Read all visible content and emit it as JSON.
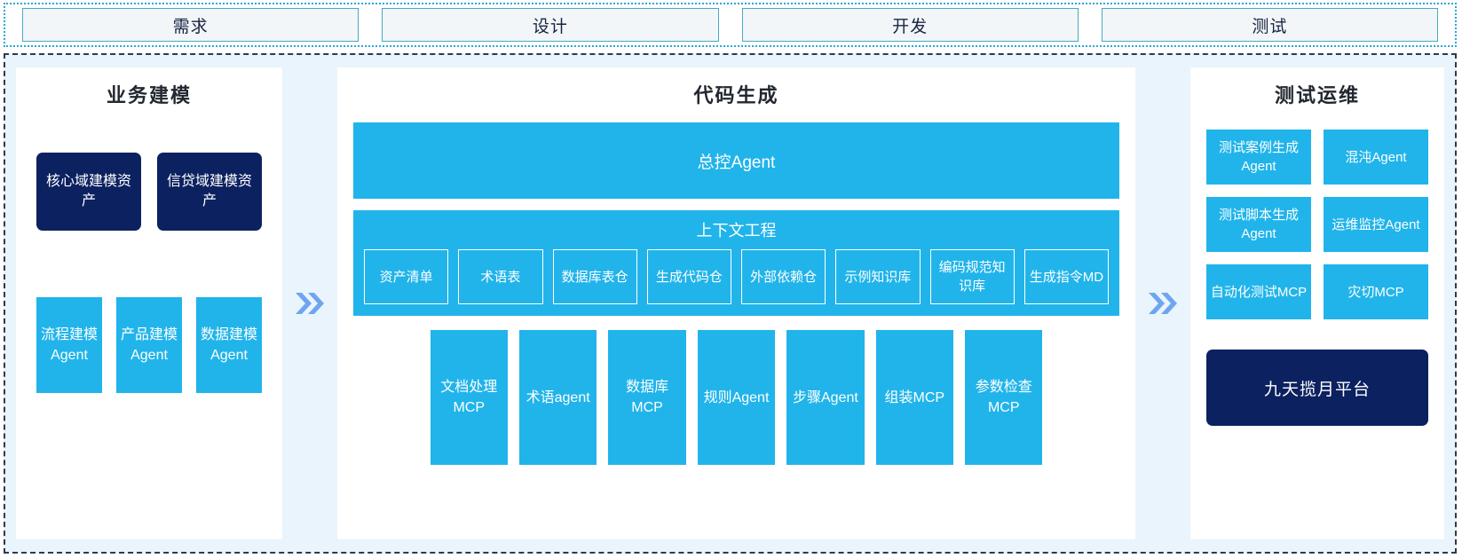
{
  "phases": [
    {
      "label": "需求"
    },
    {
      "label": "设计"
    },
    {
      "label": "开发"
    },
    {
      "label": "测试"
    }
  ],
  "colors": {
    "accent_blue": "#21b4ea",
    "navy": "#0c2160",
    "panel_bg": "#ffffff",
    "canvas_bg": "#e9f4fc",
    "phase_fill": "#f2f6f9",
    "phase_border": "#4aa8c4",
    "chevron": "#6fa5f0"
  },
  "business_panel": {
    "title": "业务建模",
    "assets": [
      {
        "label": "核心域建模资产"
      },
      {
        "label": "信贷域建模资产"
      }
    ],
    "agents": [
      {
        "label": "流程建模Agent"
      },
      {
        "label": "产品建模Agent"
      },
      {
        "label": "数据建模Agent"
      }
    ]
  },
  "connectors": [
    {
      "icon": "double-chevron-right"
    },
    {
      "icon": "double-chevron-right"
    }
  ],
  "codegen_panel": {
    "title": "代码生成",
    "master_agent": "总控Agent",
    "context": {
      "title": "上下文工程",
      "items": [
        {
          "label": "资产清单"
        },
        {
          "label": "术语表"
        },
        {
          "label": "数据库表仓"
        },
        {
          "label": "生成代码仓"
        },
        {
          "label": "外部依赖仓"
        },
        {
          "label": "示例知识库"
        },
        {
          "label": "编码规范知识库"
        },
        {
          "label": "生成指令MD"
        }
      ]
    },
    "tools": [
      {
        "label": "文档处理MCP"
      },
      {
        "label": "术语agent"
      },
      {
        "label": "数据库MCP"
      },
      {
        "label": "规则Agent"
      },
      {
        "label": "步骤Agent"
      },
      {
        "label": "组装MCP"
      },
      {
        "label": "参数检查MCP"
      }
    ]
  },
  "testops_panel": {
    "title": "测试运维",
    "items": [
      {
        "label": "测试案例生成Agent"
      },
      {
        "label": "混沌Agent"
      },
      {
        "label": "测试脚本生成Agent"
      },
      {
        "label": "运维监控Agent"
      },
      {
        "label": "自动化测试MCP"
      },
      {
        "label": "灾切MCP"
      }
    ],
    "platform": "九天揽月平台"
  }
}
